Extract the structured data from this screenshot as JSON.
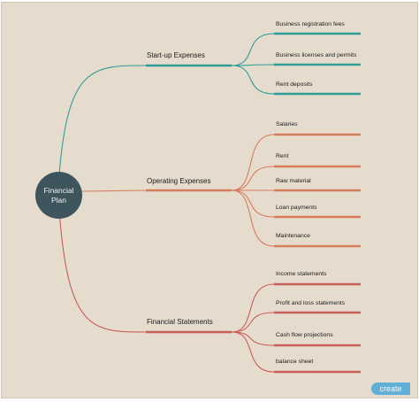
{
  "center": {
    "label_line1": "Financial",
    "label_line2": "Plan",
    "color": "#3e555d"
  },
  "branches": [
    {
      "label": "Start-up Expenses",
      "color": "#2e9d97",
      "leaves": [
        "Business registration fees",
        "Business licenses and permits",
        "Rent deposits"
      ]
    },
    {
      "label": "Operating Expenses",
      "color": "#d67d5e",
      "leaves": [
        "Salaries",
        "Rent",
        "Raw material",
        "Loan payments",
        "Maintenance"
      ]
    },
    {
      "label": "Financial Statements",
      "color": "#c95d58",
      "leaves": [
        "Income statements",
        "Profit and loss statements",
        "Cash flow projections",
        "balance sheet"
      ]
    }
  ],
  "watermark": {
    "text": "create"
  }
}
